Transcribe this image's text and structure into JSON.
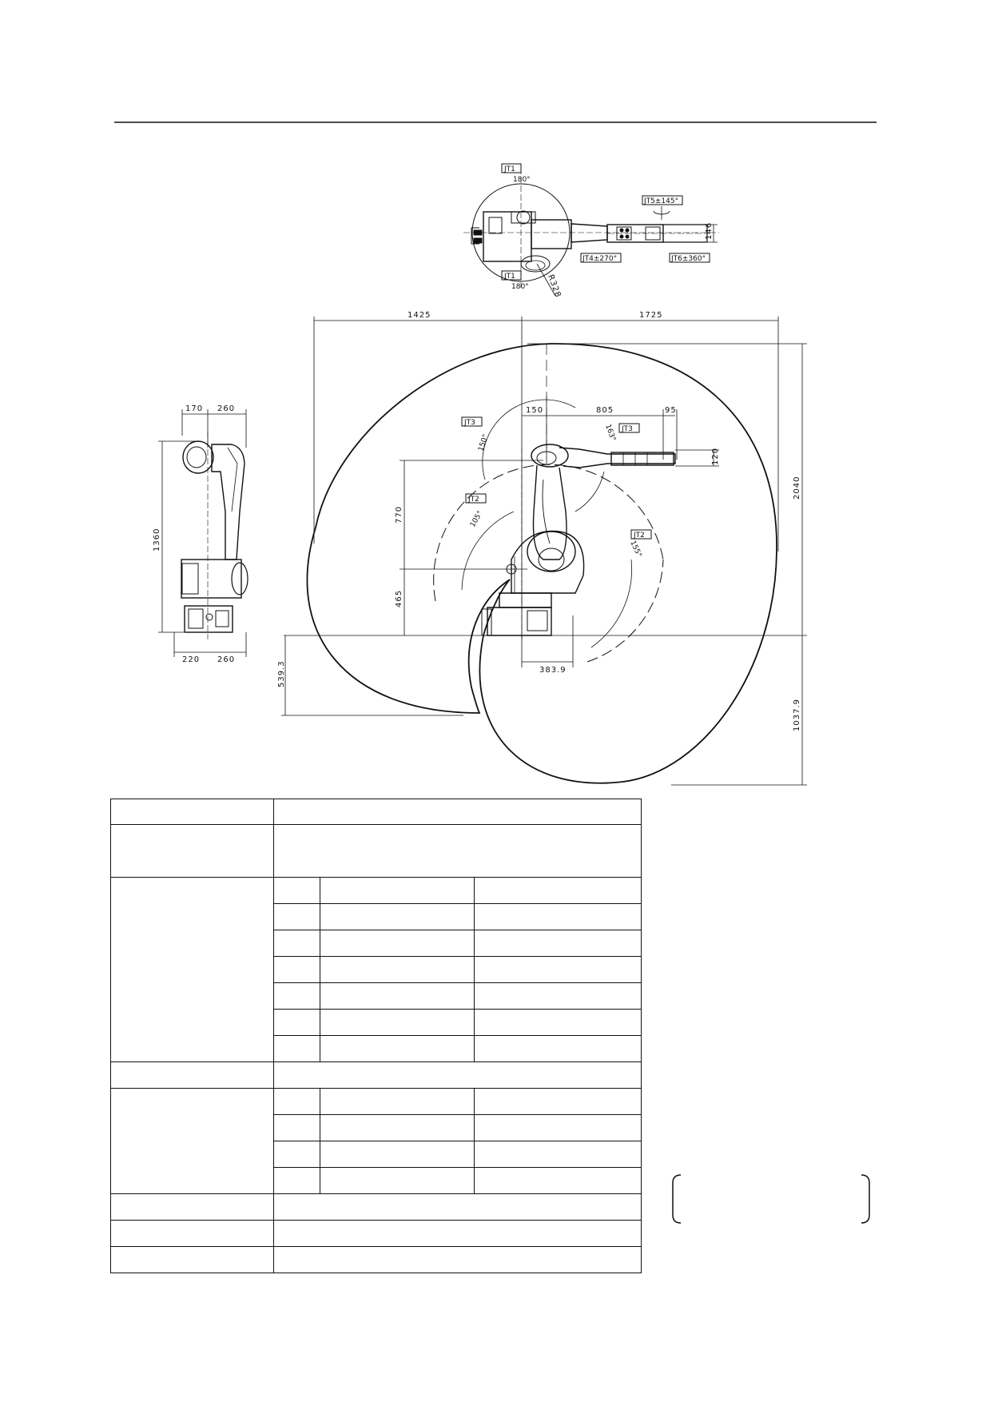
{
  "top_view": {
    "jt1_label_top": "JT1",
    "jt1_angle_top": "180°",
    "jt1_label_bottom": "JT1",
    "jt1_angle_bottom": "180°",
    "jt5_label": "JT5±145°",
    "jt4_label": "JT4±270°",
    "jt6_label": "JT6±360°",
    "dim_146": "146",
    "dim_r328": "R328"
  },
  "side_view": {
    "dim_170": "170",
    "dim_260_top": "260",
    "dim_1360": "1360",
    "dim_220": "220",
    "dim_260_bottom": "260"
  },
  "work_envelope": {
    "dim_1425": "1425",
    "dim_1725": "1725",
    "dim_2040": "2040",
    "dim_1037_9": "1037.9",
    "dim_539_3": "539.3",
    "dim_150": "150",
    "dim_805": "805",
    "dim_95": "95",
    "dim_120": "120",
    "dim_770": "770",
    "dim_465": "465",
    "dim_383_9": "383.9",
    "jt3_label_left": "JT3",
    "jt3_angle_left": "150°",
    "jt3_label_right": "JT3",
    "jt3_angle_right": "163°",
    "jt2_label_left": "JT2",
    "jt2_angle_left": "105°",
    "jt2_label_right": "JT2",
    "jt2_angle_right": "155°"
  }
}
